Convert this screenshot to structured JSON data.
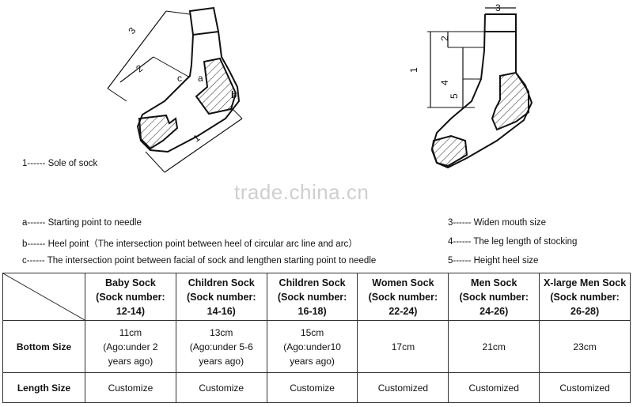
{
  "diagram": {
    "left_labels": [
      "1",
      "2",
      "3",
      "a",
      "b",
      "c"
    ],
    "right_labels": [
      "1",
      "2",
      "3",
      "4",
      "5"
    ]
  },
  "legend": {
    "sole": "1------  Sole of sock",
    "a": "a------  Starting point to needle",
    "b": "b------  Heel point（The intersection point between heel of circular arc line and arc）",
    "c": "c------  The intersection point between facial of sock and lengthen starting point to needle",
    "widen": "3------  Widen mouth size",
    "leg": "4------  The leg length of stocking",
    "heel": "5------  Height heel size"
  },
  "watermark": "trade.china.cn",
  "table": {
    "columns": [
      {
        "name": "Baby Sock",
        "lines": [
          "(Sock number:",
          "12-14)"
        ]
      },
      {
        "name": "Children Sock",
        "lines": [
          "(Sock number:",
          "14-16)"
        ]
      },
      {
        "name": "Children Sock",
        "lines": [
          "(Sock number:",
          "16-18)"
        ]
      },
      {
        "name": "Women Sock",
        "lines": [
          "(Sock number:",
          "22-24)"
        ]
      },
      {
        "name": "Men Sock",
        "lines": [
          "(Sock number:",
          "24-26)"
        ]
      },
      {
        "name": "X-large Men Sock",
        "lines": [
          "(Sock number:",
          "26-28)"
        ]
      }
    ],
    "rows": [
      {
        "label": "Bottom Size",
        "cells": [
          [
            "11cm",
            "(Ago:under 2",
            "years ago)"
          ],
          [
            "13cm",
            "(Ago:under 5-6",
            "years ago)"
          ],
          [
            "15cm",
            "(Ago:under10",
            "years ago)"
          ],
          [
            "17cm"
          ],
          [
            "21cm"
          ],
          [
            "23cm"
          ]
        ]
      },
      {
        "label": "Length Size",
        "cells": [
          [
            "Customize"
          ],
          [
            "Customize"
          ],
          [
            "Customize"
          ],
          [
            "Customized"
          ],
          [
            "Customized"
          ],
          [
            "Customized"
          ]
        ]
      }
    ]
  }
}
